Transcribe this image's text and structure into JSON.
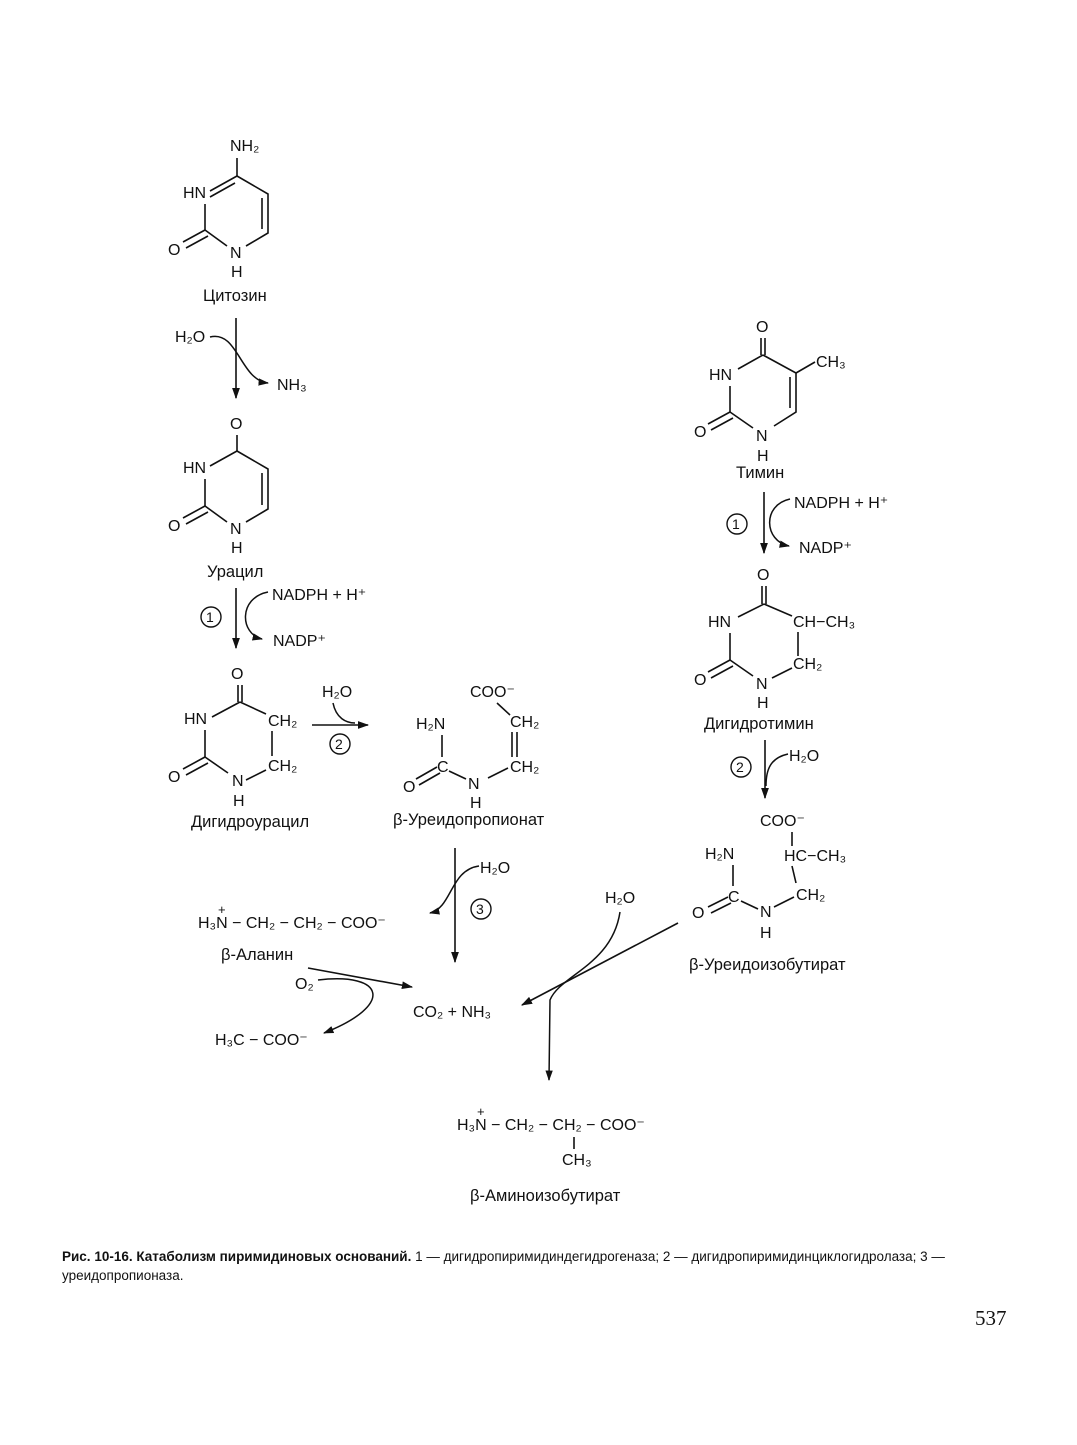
{
  "compounds": {
    "cytosine": "Цитозин",
    "uracil": "Урацил",
    "dihydrouracil": "Дигидроурацил",
    "ureidopropionate": "β-Уреидопропионат",
    "thymine": "Тимин",
    "dihydrothymine": "Дигидротимин",
    "ureidoisobutyrate": "β-Уреидоизобутират",
    "alanine": "β-Аланин",
    "aminoisobutyrate": "β-Аминоизобутират"
  },
  "groups": {
    "nh2": "NH₂",
    "hn": "HN",
    "o": "O",
    "n": "N",
    "h": "H",
    "ch2": "CH₂",
    "ch3": "CH₃",
    "ch": "CH",
    "hc": "HC",
    "c": "C",
    "h2n": "H₂N",
    "coo": "COO⁻",
    "ch_ch3": "CH−CH₃",
    "hc_ch3": "HC−CH₃"
  },
  "reagents": {
    "h2o": "H₂O",
    "nh3": "NH₃",
    "nadph": "NADPH + H⁺",
    "nadp": "NADP⁺",
    "o2": "O₂",
    "co2_nh3": "CO₂  +  NH₃",
    "acetate": "H₃C − COO⁻"
  },
  "formulas": {
    "alanine_main": "H₃N − CH₂ − CH₂ − COO⁻",
    "aib_main": "H₃N − CH₂ − CH₂ − COO⁻",
    "aib_plus": "+",
    "alanine_plus": "+",
    "aib_branch": "CH₃"
  },
  "enzyme_marks": {
    "one": "1",
    "two": "2",
    "three": "3"
  },
  "caption": {
    "title": "Рис. 10-16. Катаболизм пиримидиновых оснований.",
    "body": " 1 — дигидропиримидиндегидрогеназа; 2 — дигидропиримидинциклогидролаза; 3 — уреидопропионаза."
  },
  "page_number": "537"
}
